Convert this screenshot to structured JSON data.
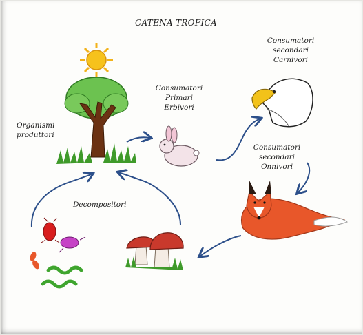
{
  "title": "CATENA TROFICA",
  "producers": {
    "lines": [
      "Organismi",
      "produttori"
    ]
  },
  "primary": {
    "lines": [
      "Consumatori",
      "Primari",
      "Erbivori"
    ]
  },
  "secondary_carnivores": {
    "lines": [
      "Consumatori",
      "secondari",
      "Carnivori"
    ]
  },
  "secondary_omnivores": {
    "lines": [
      "Consumatori",
      "secondari",
      "Onnivori"
    ]
  },
  "decomposers": {
    "label": "Decompositori"
  },
  "colors": {
    "arrow": "#2c4f8a",
    "grass": "#3f9a2a",
    "sun": "#f2b21a",
    "fox": "#e8572a",
    "mushroom": "#c9392c"
  }
}
